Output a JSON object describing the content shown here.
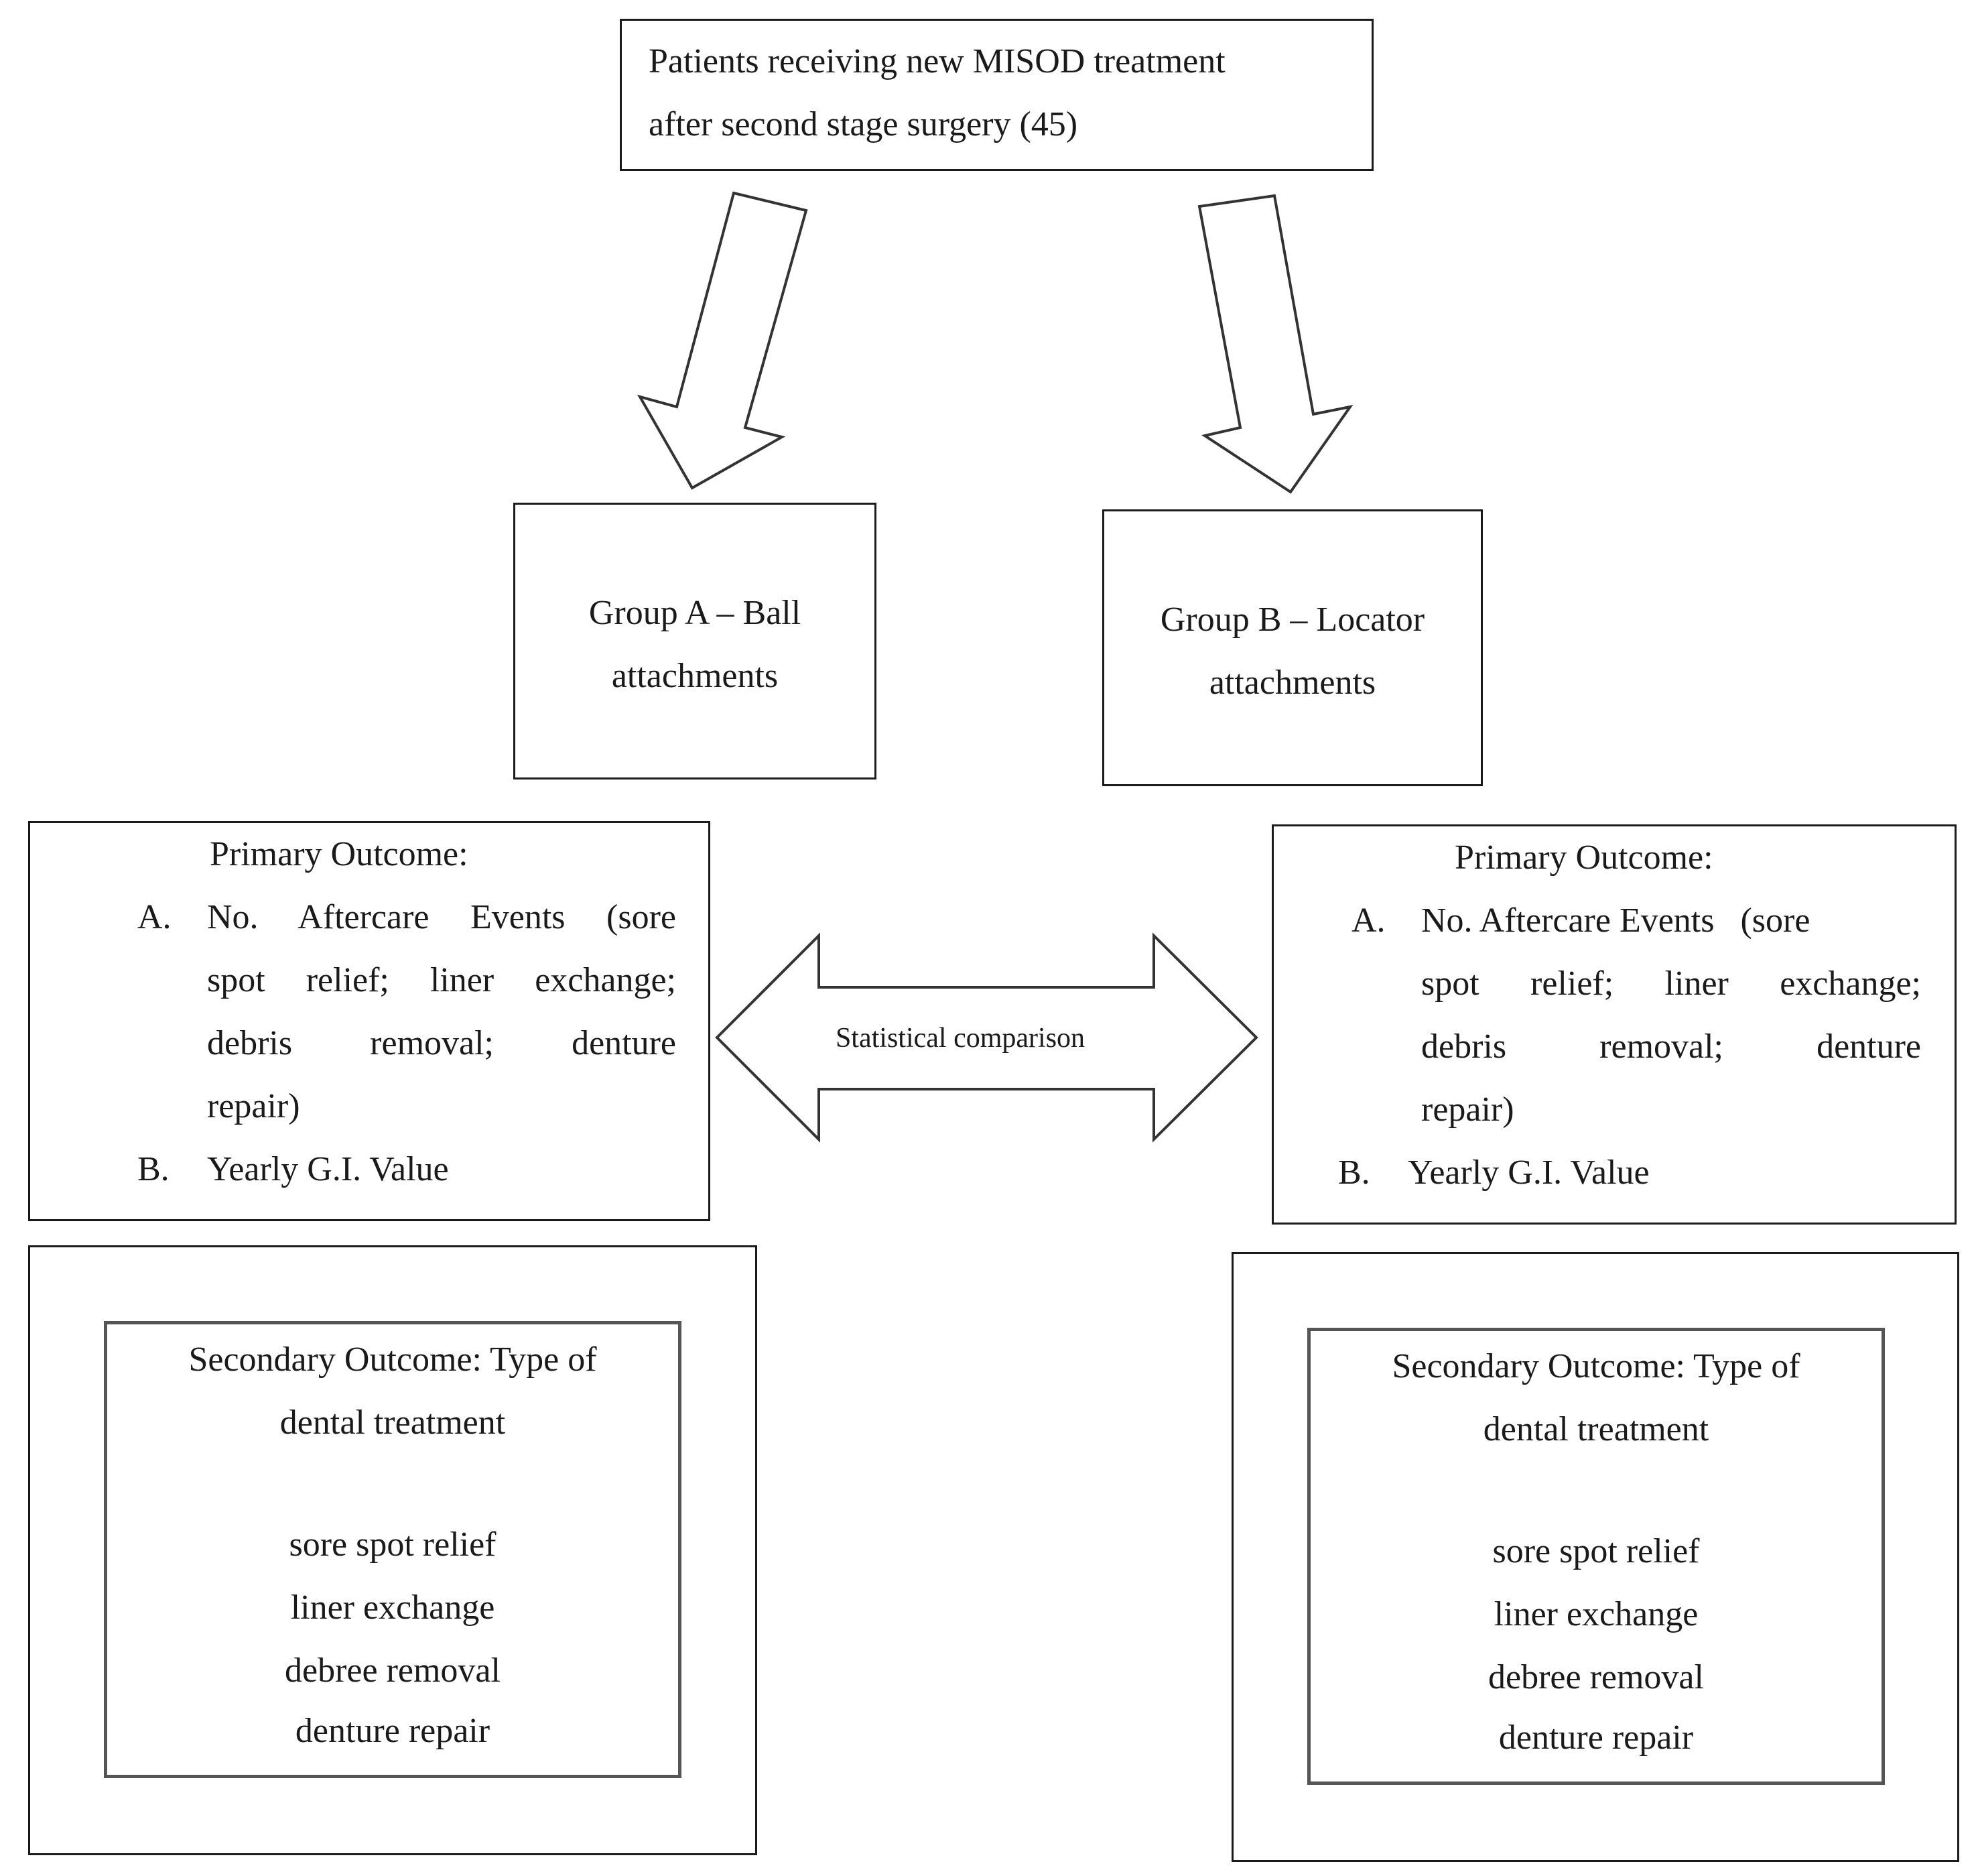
{
  "top": {
    "line1": "Patients receiving new MISOD treatment",
    "line2": "after second stage surgery (45)"
  },
  "groupA": {
    "line1": "Group A – Ball",
    "line2": "attachments"
  },
  "groupB": {
    "line1": "Group B – Locator",
    "line2": "attachments"
  },
  "comparison_label": "Statistical comparison",
  "primaryA": {
    "title": "Primary Outcome:",
    "item_a_marker": "A.",
    "item_a_line1": "No. Aftercare Events (sore",
    "item_a_line2": "spot relief; liner exchange;",
    "item_a_line3": "debris removal; denture",
    "item_a_line4": "repair)",
    "item_b_marker": "B.",
    "item_b_text": "Yearly G.I. Value"
  },
  "primaryB": {
    "title": "Primary Outcome:",
    "item_a_marker": "A.",
    "item_a_line1": "No. Aftercare Events   (sore",
    "item_a_line2": "spot relief; liner exchange;",
    "item_a_line3": "debris removal; denture",
    "item_a_line4": "repair)",
    "item_b_marker": "B.",
    "item_b_text": "Yearly G.I. Value"
  },
  "secondaryA": {
    "title_line1": "Secondary Outcome: Type of",
    "title_line2": "dental treatment",
    "items": [
      "sore spot relief",
      "liner exchange",
      "debree removal",
      "denture repair"
    ]
  },
  "secondaryB": {
    "title_line1": "Secondary Outcome: Type of",
    "title_line2": "dental treatment",
    "items": [
      "sore spot relief",
      "liner exchange",
      "debree removal",
      "denture repair"
    ]
  }
}
